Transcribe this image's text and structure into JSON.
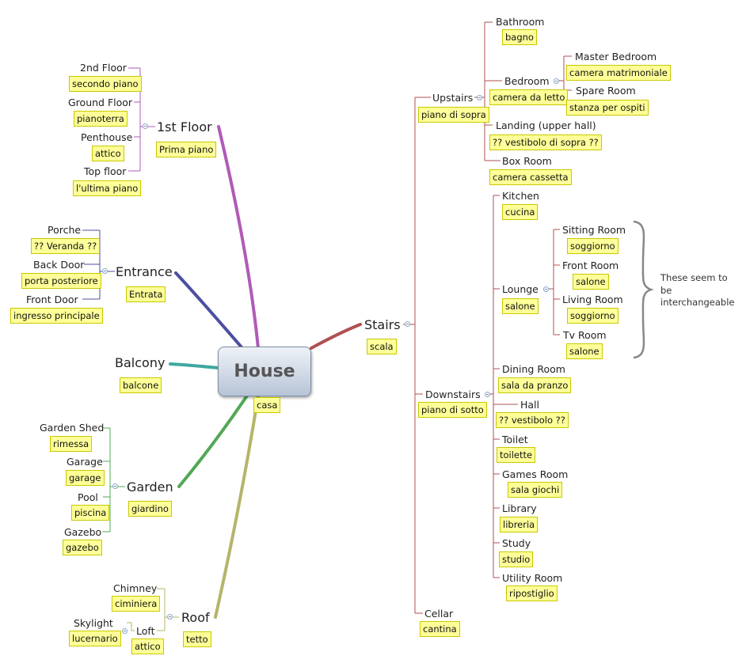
{
  "root": {
    "label": "House",
    "note": "casa"
  },
  "branches": {
    "first_floor": {
      "label": "1st Floor",
      "note": "Prima piano",
      "color": "#b05ab8",
      "children": [
        {
          "label": "2nd Floor",
          "note": "secondo piano"
        },
        {
          "label": "Ground Floor",
          "note": "pianoterra"
        },
        {
          "label": "Penthouse",
          "note": "attico"
        },
        {
          "label": "Top floor",
          "note": "l'ultima piano"
        }
      ]
    },
    "entrance": {
      "label": "Entrance",
      "note": "Entrata",
      "color": "#4c4fa0",
      "children": [
        {
          "label": "Porche",
          "note": "?? Veranda ??"
        },
        {
          "label": "Back Door",
          "note": "porta posteriore"
        },
        {
          "label": "Front Door",
          "note": "ingresso principale"
        }
      ]
    },
    "balcony": {
      "label": "Balcony",
      "note": "balcone",
      "color": "#3fa8a0"
    },
    "garden": {
      "label": "Garden",
      "note": "giardino",
      "color": "#52a855",
      "children": [
        {
          "label": "Garden Shed",
          "note": "rimessa"
        },
        {
          "label": "Garage",
          "note": "garage"
        },
        {
          "label": "Pool",
          "note": "piscina"
        },
        {
          "label": "Gazebo",
          "note": "gazebo"
        }
      ]
    },
    "roof": {
      "label": "Roof",
      "note": "tetto",
      "color": "#b5b56a",
      "children": [
        {
          "label": "Chimney",
          "note": "ciminiera"
        },
        {
          "label": "Loft",
          "note": "attico",
          "children": [
            {
              "label": "Skylight",
              "note": "lucernario"
            }
          ]
        }
      ]
    },
    "stairs": {
      "label": "Stairs",
      "note": "scala",
      "color": "#b05050",
      "upstairs": {
        "label": "Upstairs",
        "note": "piano di sopra",
        "children": [
          {
            "label": "Bathroom",
            "note": "bagno"
          },
          {
            "label": "Bedroom",
            "note": "camera da letto",
            "children": [
              {
                "label": "Master Bedroom",
                "note": "camera matrimoniale"
              },
              {
                "label": "Spare Room",
                "note": "stanza per ospiti"
              }
            ]
          },
          {
            "label": "Landing (upper hall)",
            "note": "?? vestibolo di sopra ??"
          },
          {
            "label": "Box Room",
            "note": "camera cassetta"
          }
        ]
      },
      "downstairs": {
        "label": "Downstairs",
        "note": "piano di sotto",
        "children": [
          {
            "label": "Kitchen",
            "note": "cucina"
          },
          {
            "label": "Lounge",
            "note": "salone",
            "children": [
              {
                "label": "Sitting Room",
                "note": "soggiorno"
              },
              {
                "label": "Front Room",
                "note": "salone"
              },
              {
                "label": "Living Room",
                "note": "soggiorno"
              },
              {
                "label": "Tv Room",
                "note": "salone"
              }
            ]
          },
          {
            "label": "Dining Room",
            "note": "sala da pranzo"
          },
          {
            "label": "Hall",
            "note": "?? vestibolo ??"
          },
          {
            "label": "Toilet",
            "note": "toilette"
          },
          {
            "label": "Games Room",
            "note": "sala giochi"
          },
          {
            "label": "Library",
            "note": "libreria"
          },
          {
            "label": "Study",
            "note": "studio"
          },
          {
            "label": "Utility Room",
            "note": "ripostiglio"
          }
        ]
      },
      "cellar": {
        "label": "Cellar",
        "note": "cantina"
      }
    }
  },
  "boundary_note": "These seem to be interchangeable"
}
